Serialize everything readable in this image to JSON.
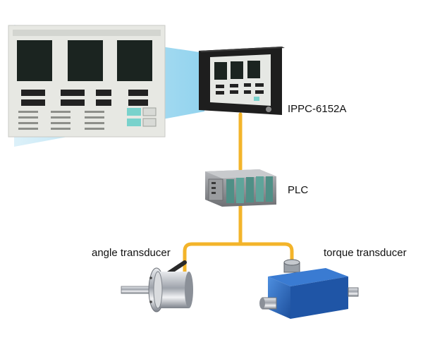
{
  "labels": {
    "ippc": "IPPC-6152A",
    "plc": "PLC",
    "angle": "angle transducer",
    "torque": "torque transducer"
  },
  "colors": {
    "cable": "#f3b42a",
    "zoom_beam": "#a9dcf2",
    "monitor_frame": "#1e1e1e",
    "screen": "#e6e8e4",
    "plc_body": "#8d8f92",
    "plc_module": "#4f8f86",
    "torque_body": "#2d6fc8",
    "angle_body": "#b9bdc4"
  },
  "icons": [
    "industrial-panel-pc",
    "plc-rack",
    "angle-sensor",
    "torque-sensor"
  ]
}
